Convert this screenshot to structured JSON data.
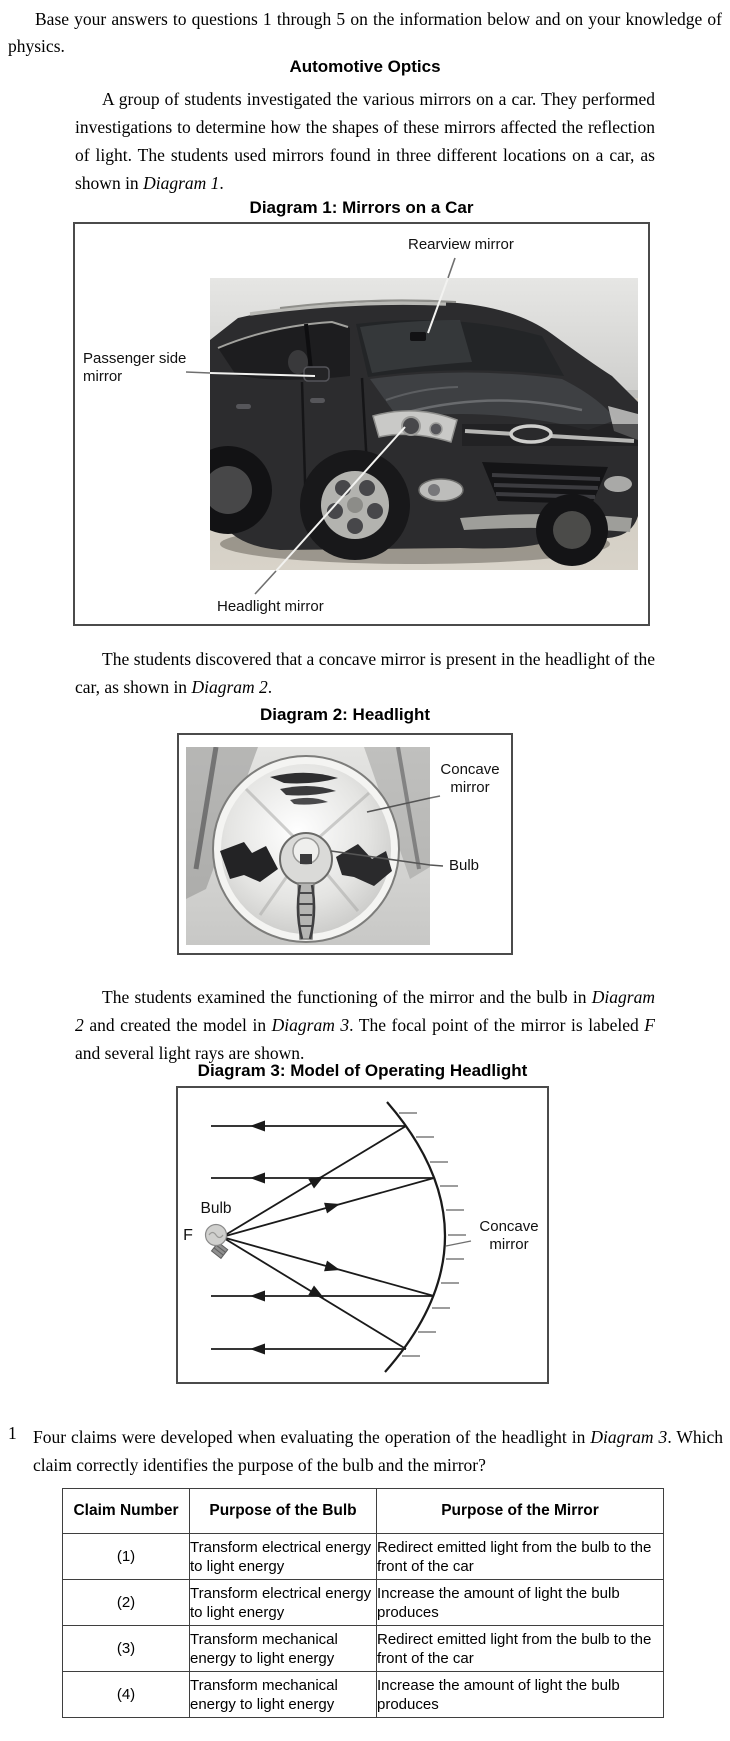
{
  "page": {
    "intro": "Base your answers to questions 1 through 5 on the information below and on your knowledge of physics."
  },
  "passage": {
    "title": "Automotive Optics",
    "p1": {
      "pre": "A group of students investigated the various mirrors on a car. They performed investigations to determine how the shapes of these mirrors affected the reflection of light. The students used mirrors found in three different locations on a car, as shown in ",
      "italic": "Diagram 1",
      "post": "."
    },
    "p2": {
      "pre": "The students discovered that a concave mirror is present in the headlight of the car, as shown in ",
      "italic": "Diagram 2",
      "post": "."
    },
    "p3": {
      "pre": "The students examined the functioning of the mirror and the bulb in ",
      "it1": "Diagram 2",
      "mid1": " and created the model in ",
      "it2": "Diagram 3",
      "mid2": ". The focal point of the mirror is labeled ",
      "it3": "F",
      "post": " and several light rays are shown."
    }
  },
  "diagram1": {
    "title": "Diagram 1: Mirrors on a Car",
    "labels": {
      "rearview": "Rearview mirror",
      "passenger": "Passenger side mirror",
      "headlight": "Headlight mirror"
    }
  },
  "diagram2": {
    "title": "Diagram 2: Headlight",
    "labels": {
      "concave": "Concave mirror",
      "bulb": "Bulb"
    }
  },
  "diagram3": {
    "title": "Diagram 3: Model of Operating Headlight",
    "labels": {
      "bulb": "Bulb",
      "focal": "F",
      "concave": "Concave mirror"
    }
  },
  "question": {
    "number": "1",
    "pre": "Four claims were developed when evaluating the operation of the headlight in ",
    "italic": "Diagram 3",
    "post": ". Which claim correctly identifies the purpose of the bulb and the mirror?"
  },
  "table": {
    "headers": [
      "Claim Number",
      "Purpose of the Bulb",
      "Purpose of the Mirror"
    ],
    "rows": [
      {
        "num": "(1)",
        "bulb": "Transform electrical energy to light energy",
        "mirror": "Redirect emitted light from the bulb to the front of the car"
      },
      {
        "num": "(2)",
        "bulb": "Transform electrical energy to light energy",
        "mirror": "Increase the amount of light the bulb produces"
      },
      {
        "num": "(3)",
        "bulb": "Transform mechanical energy to light energy",
        "mirror": "Redirect emitted light from the bulb to the front of the car"
      },
      {
        "num": "(4)",
        "bulb": "Transform mechanical energy to light energy",
        "mirror": "Increase the amount of light the bulb produces"
      }
    ]
  },
  "colors": {
    "text": "#000000",
    "frame_border": "#4b4b4b",
    "photo_gray": "#d9d9d7",
    "ray_black": "#1a1a1a",
    "hatch_gray": "#7d7d7d"
  }
}
